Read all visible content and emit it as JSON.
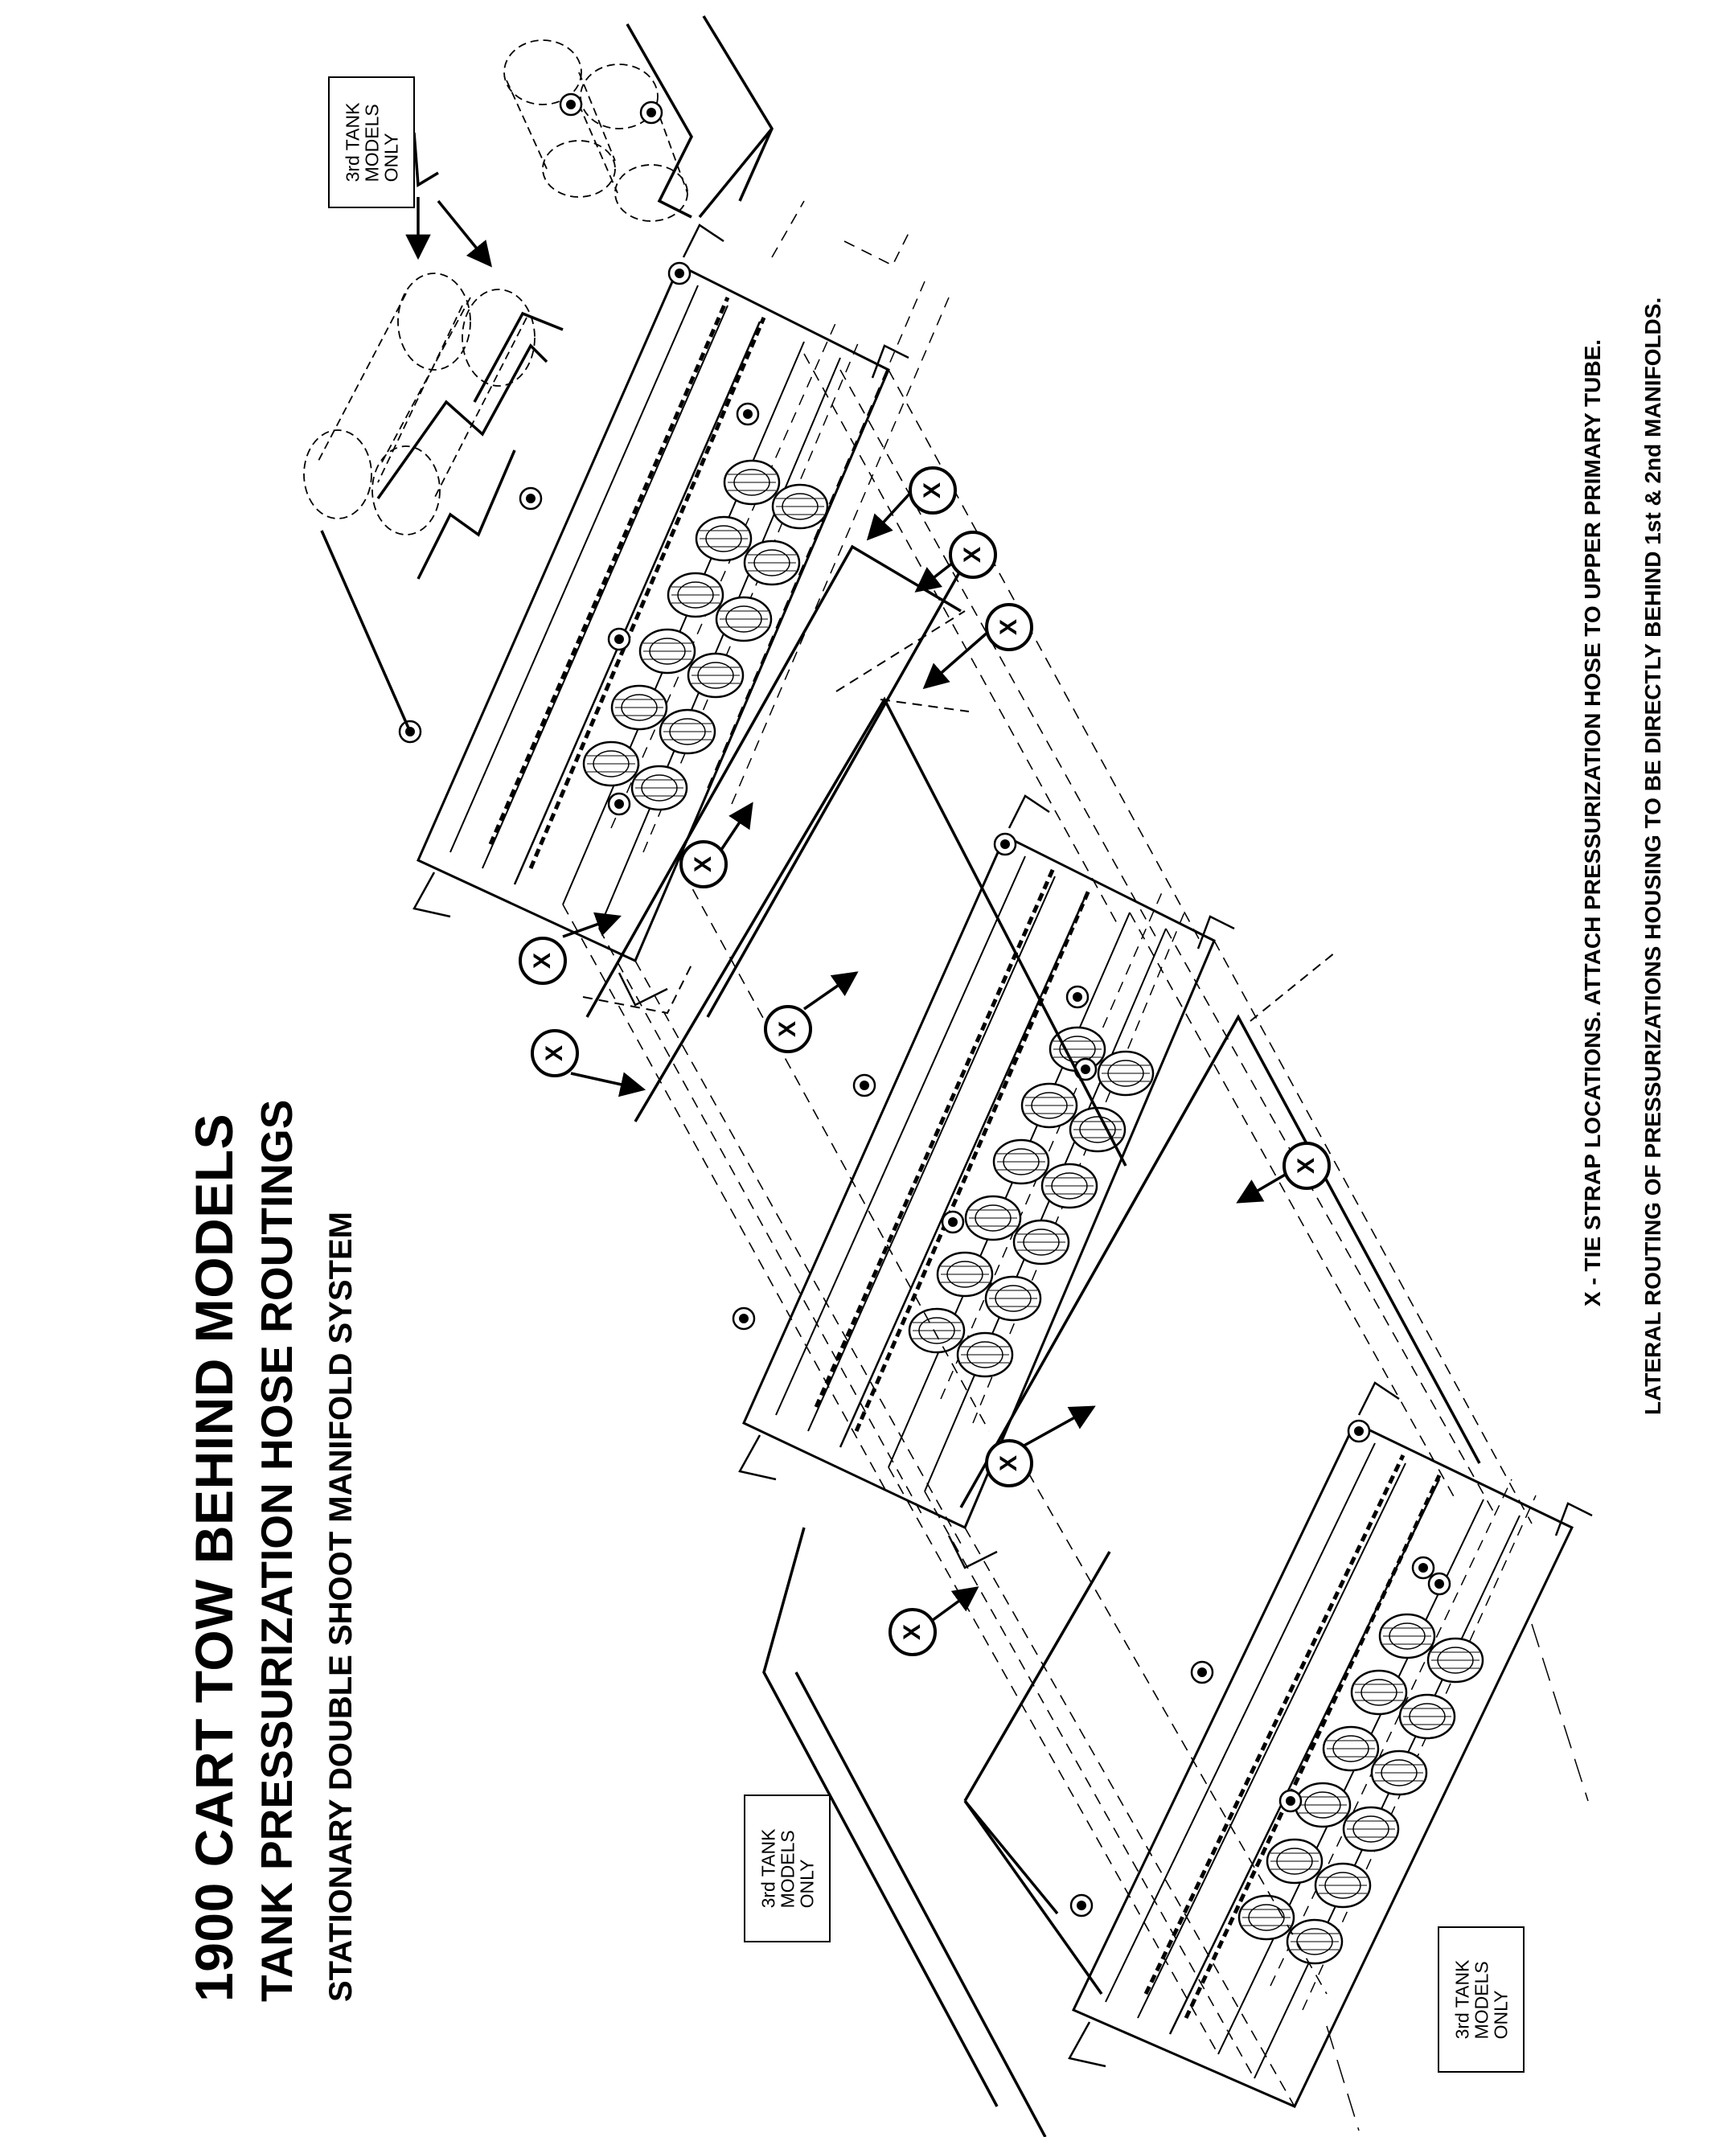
{
  "title": {
    "line1": "1900 CART TOW BEHIND MODELS",
    "line2": "TANK PRESSURIZATION HOSE ROUTINGS",
    "line3": "STATIONARY DOUBLE SHOOT MANIFOLD SYSTEM"
  },
  "notes": {
    "note1": "X - TIE STRAP LOCATIONS. ATTACH PRESSURIZATION HOSE TO UPPER PRIMARY TUBE.",
    "note2": "LATERAL ROUTING OF PRESSURIZATIONS HOUSING TO BE DIRECTLY BEHIND 1st & 2nd MANIFOLDS."
  },
  "callouts": {
    "third_tank_label": "3rd TANK\nMODELS\nONLY"
  },
  "markers": {
    "tie_strap_symbol": "X"
  }
}
